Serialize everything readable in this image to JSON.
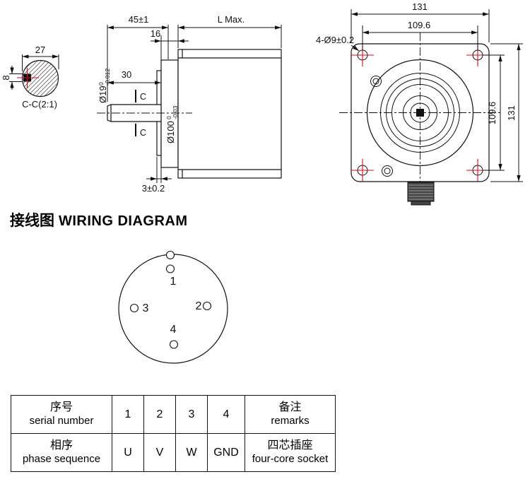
{
  "colors": {
    "line": "#111111",
    "accent_red": "#e8001c",
    "background": "#ffffff"
  },
  "cc_view": {
    "label": "C-C(2:1)",
    "dim_width": "27",
    "dim_key_height": "8"
  },
  "side_view": {
    "dim_front_length": "45±1",
    "dim_total_length": "L Max.",
    "dim_flange_thickness": "16",
    "dim_shaft_length": "30",
    "shaft_diameter": "Ø19",
    "shaft_tol_upper": "0",
    "shaft_tol_lower": "-0.012",
    "pilot_diameter": "Ø100",
    "pilot_tol_upper": "0",
    "pilot_tol_lower": "-0.03",
    "section_mark": "C",
    "dim_pilot_height": "3±0.2"
  },
  "front_view": {
    "dim_width": "131",
    "dim_bolt_spacing_h": "109.6",
    "dim_mounting_holes": "4-Ø9±0.2",
    "dim_height": "131",
    "dim_bolt_spacing_v": "109.6"
  },
  "wiring": {
    "title_cn": "接线图",
    "title_en": "WIRING DIAGRAM",
    "pin1": "1",
    "pin2": "2",
    "pin3": "3",
    "pin4": "4"
  },
  "table": {
    "row1": {
      "head_cn": "序号",
      "head_en": "serial number",
      "c1": "1",
      "c2": "2",
      "c3": "3",
      "c4": "4",
      "tail_cn": "备注",
      "tail_en": "remarks"
    },
    "row2": {
      "head_cn": "相序",
      "head_en": "phase sequence",
      "c1": "U",
      "c2": "V",
      "c3": "W",
      "c4": "GND",
      "tail_cn": "四芯插座",
      "tail_en": "four-core socket"
    }
  }
}
